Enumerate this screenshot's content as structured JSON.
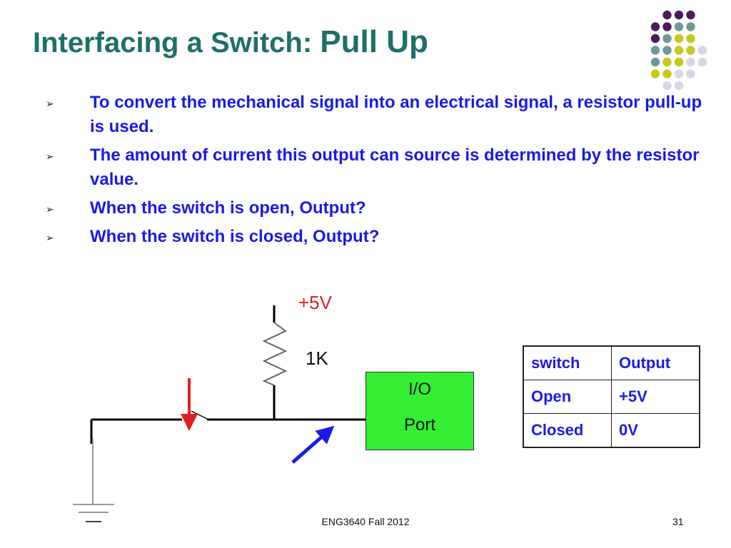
{
  "slide": {
    "title_part1": "Interfacing a Switch: ",
    "title_part2": "Pull Up",
    "bullet_marker_icon": "arrow-bullet-icon",
    "bullets": [
      "To convert the mechanical signal into an electrical signal, a resistor pull-up is used.",
      "The amount of current this output can source is determined by the resistor value.",
      "When the switch is open, Output?",
      "When the switch is closed, Output?"
    ]
  },
  "circuit": {
    "supply_label": "+5V",
    "resistor_label": "1K",
    "io_line1": "I/O",
    "io_line2": "Port"
  },
  "truth_table": {
    "header": [
      "switch",
      "Output"
    ],
    "rows": [
      [
        "Open",
        "+5V"
      ],
      [
        "Closed",
        "0V"
      ]
    ]
  },
  "footer": {
    "course": "ENG3640 Fall 2012",
    "page_number": "31"
  },
  "colors": {
    "title": "#1f6f6a",
    "bullet_text": "#1a1ae6",
    "supply_label": "#e02020",
    "io_box": "#33ee33",
    "switch_arrow": "#e02020",
    "pointer_arrow": "#1a1ae6",
    "dot_purple": "#4b1c5c",
    "dot_teal": "#6d9a98",
    "dot_yellow": "#c8c81e",
    "dot_lavender": "#d8d6e6"
  }
}
